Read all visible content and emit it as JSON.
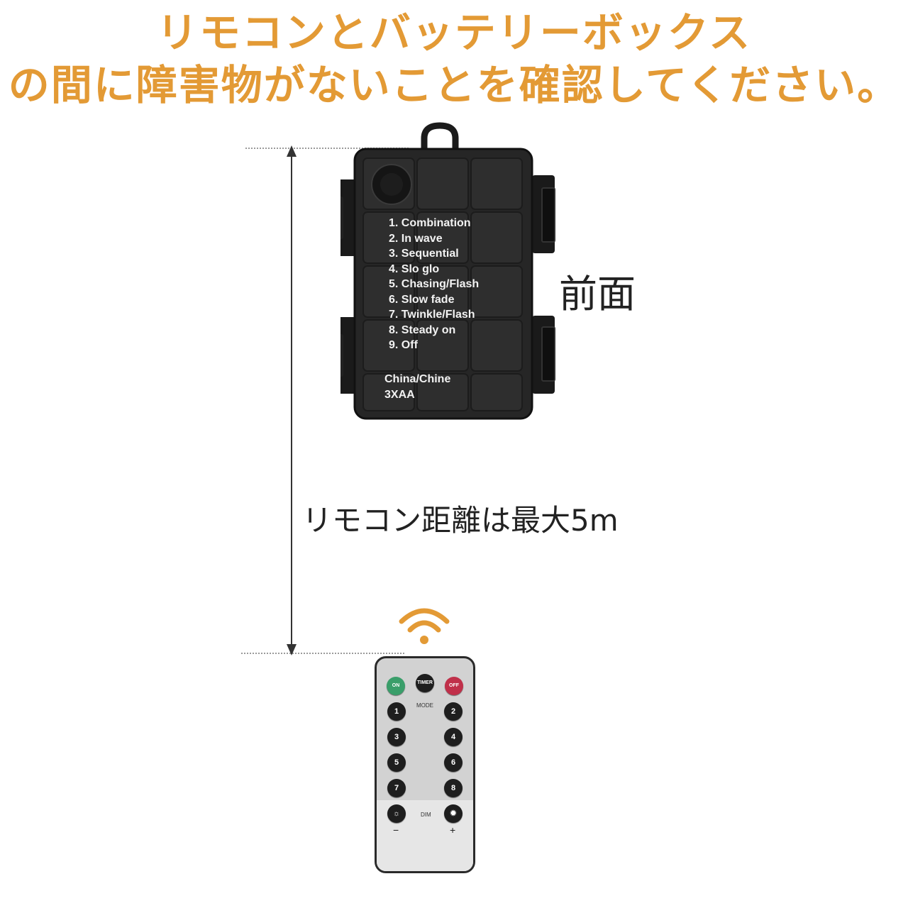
{
  "headline": {
    "line1": "リモコンとバッテリーボックス",
    "line2": "の間に障害物がないことを確認してください。"
  },
  "front_label": "前面",
  "distance_label": "リモコン距離は最大5m",
  "battery_box": {
    "modes": [
      "1. Combination",
      "2. In wave",
      "3. Sequential",
      "4. Slo glo",
      "5. Chasing/Flash",
      "6. Slow fade",
      "7. Twinkle/Flash",
      "8. Steady on",
      "9. Off"
    ],
    "origin": "China/Chine",
    "battery": "3XAA"
  },
  "remote": {
    "on": "ON",
    "timer": "TIMER",
    "off": "OFF",
    "mode_label": "MODE",
    "numbers": [
      "1",
      "2",
      "3",
      "4",
      "5",
      "6",
      "7",
      "8"
    ],
    "dim_label": "DIM",
    "minus": "−",
    "plus": "+"
  },
  "colors": {
    "headline": "#E39A35",
    "wifi": "#E39A35",
    "on_button": "#3a9e6a",
    "off_button": "#c0304a"
  }
}
